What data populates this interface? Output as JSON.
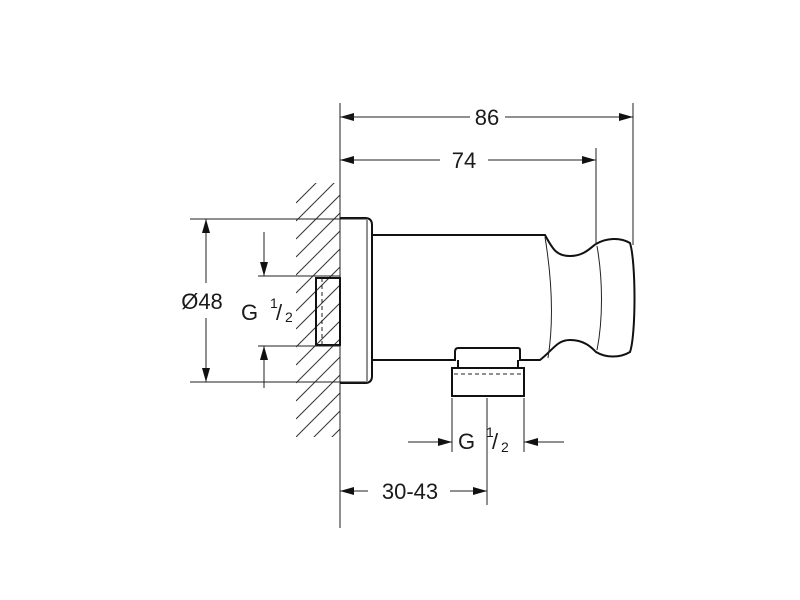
{
  "dimensions": {
    "overall_length": "86",
    "holder_length": "74",
    "diameter": "Ø48",
    "projection": "30-43"
  },
  "threads": {
    "wall_inlet": {
      "prefix": "G",
      "numerator": "1",
      "denominator": "2"
    },
    "hose_outlet": {
      "prefix": "G",
      "numerator": "1",
      "denominator": "2"
    }
  }
}
